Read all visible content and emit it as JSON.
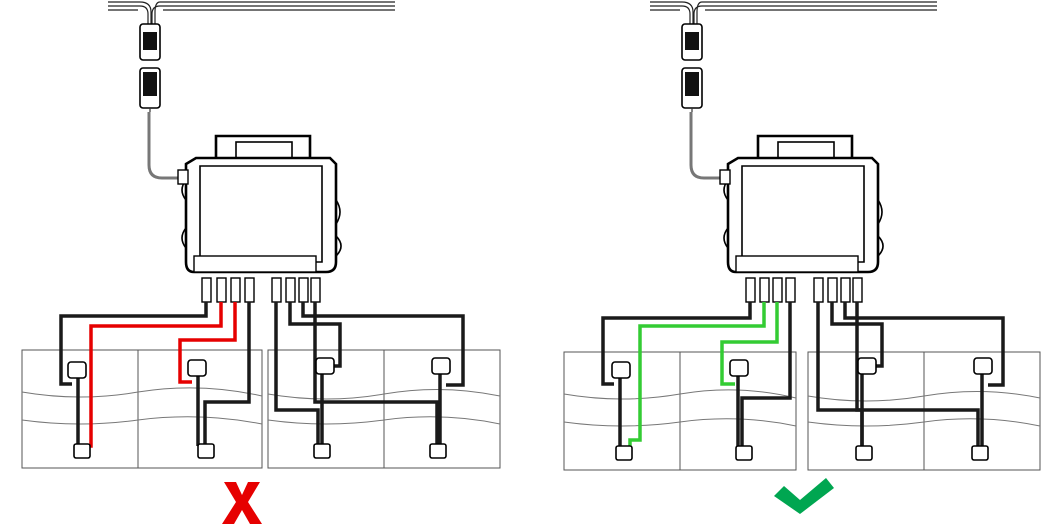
{
  "colors": {
    "correct_wire": "#33cc33",
    "incorrect_wire": "#e60000",
    "standard_wire": "#1a1a1a",
    "correct_mark": "#00a651",
    "incorrect_mark": "#e60000"
  },
  "diagrams": [
    {
      "id": "incorrect-wiring",
      "verdict": "incorrect",
      "mark_icon": "cross-icon"
    },
    {
      "id": "correct-wiring",
      "verdict": "correct",
      "mark_icon": "checkmark-icon"
    }
  ]
}
